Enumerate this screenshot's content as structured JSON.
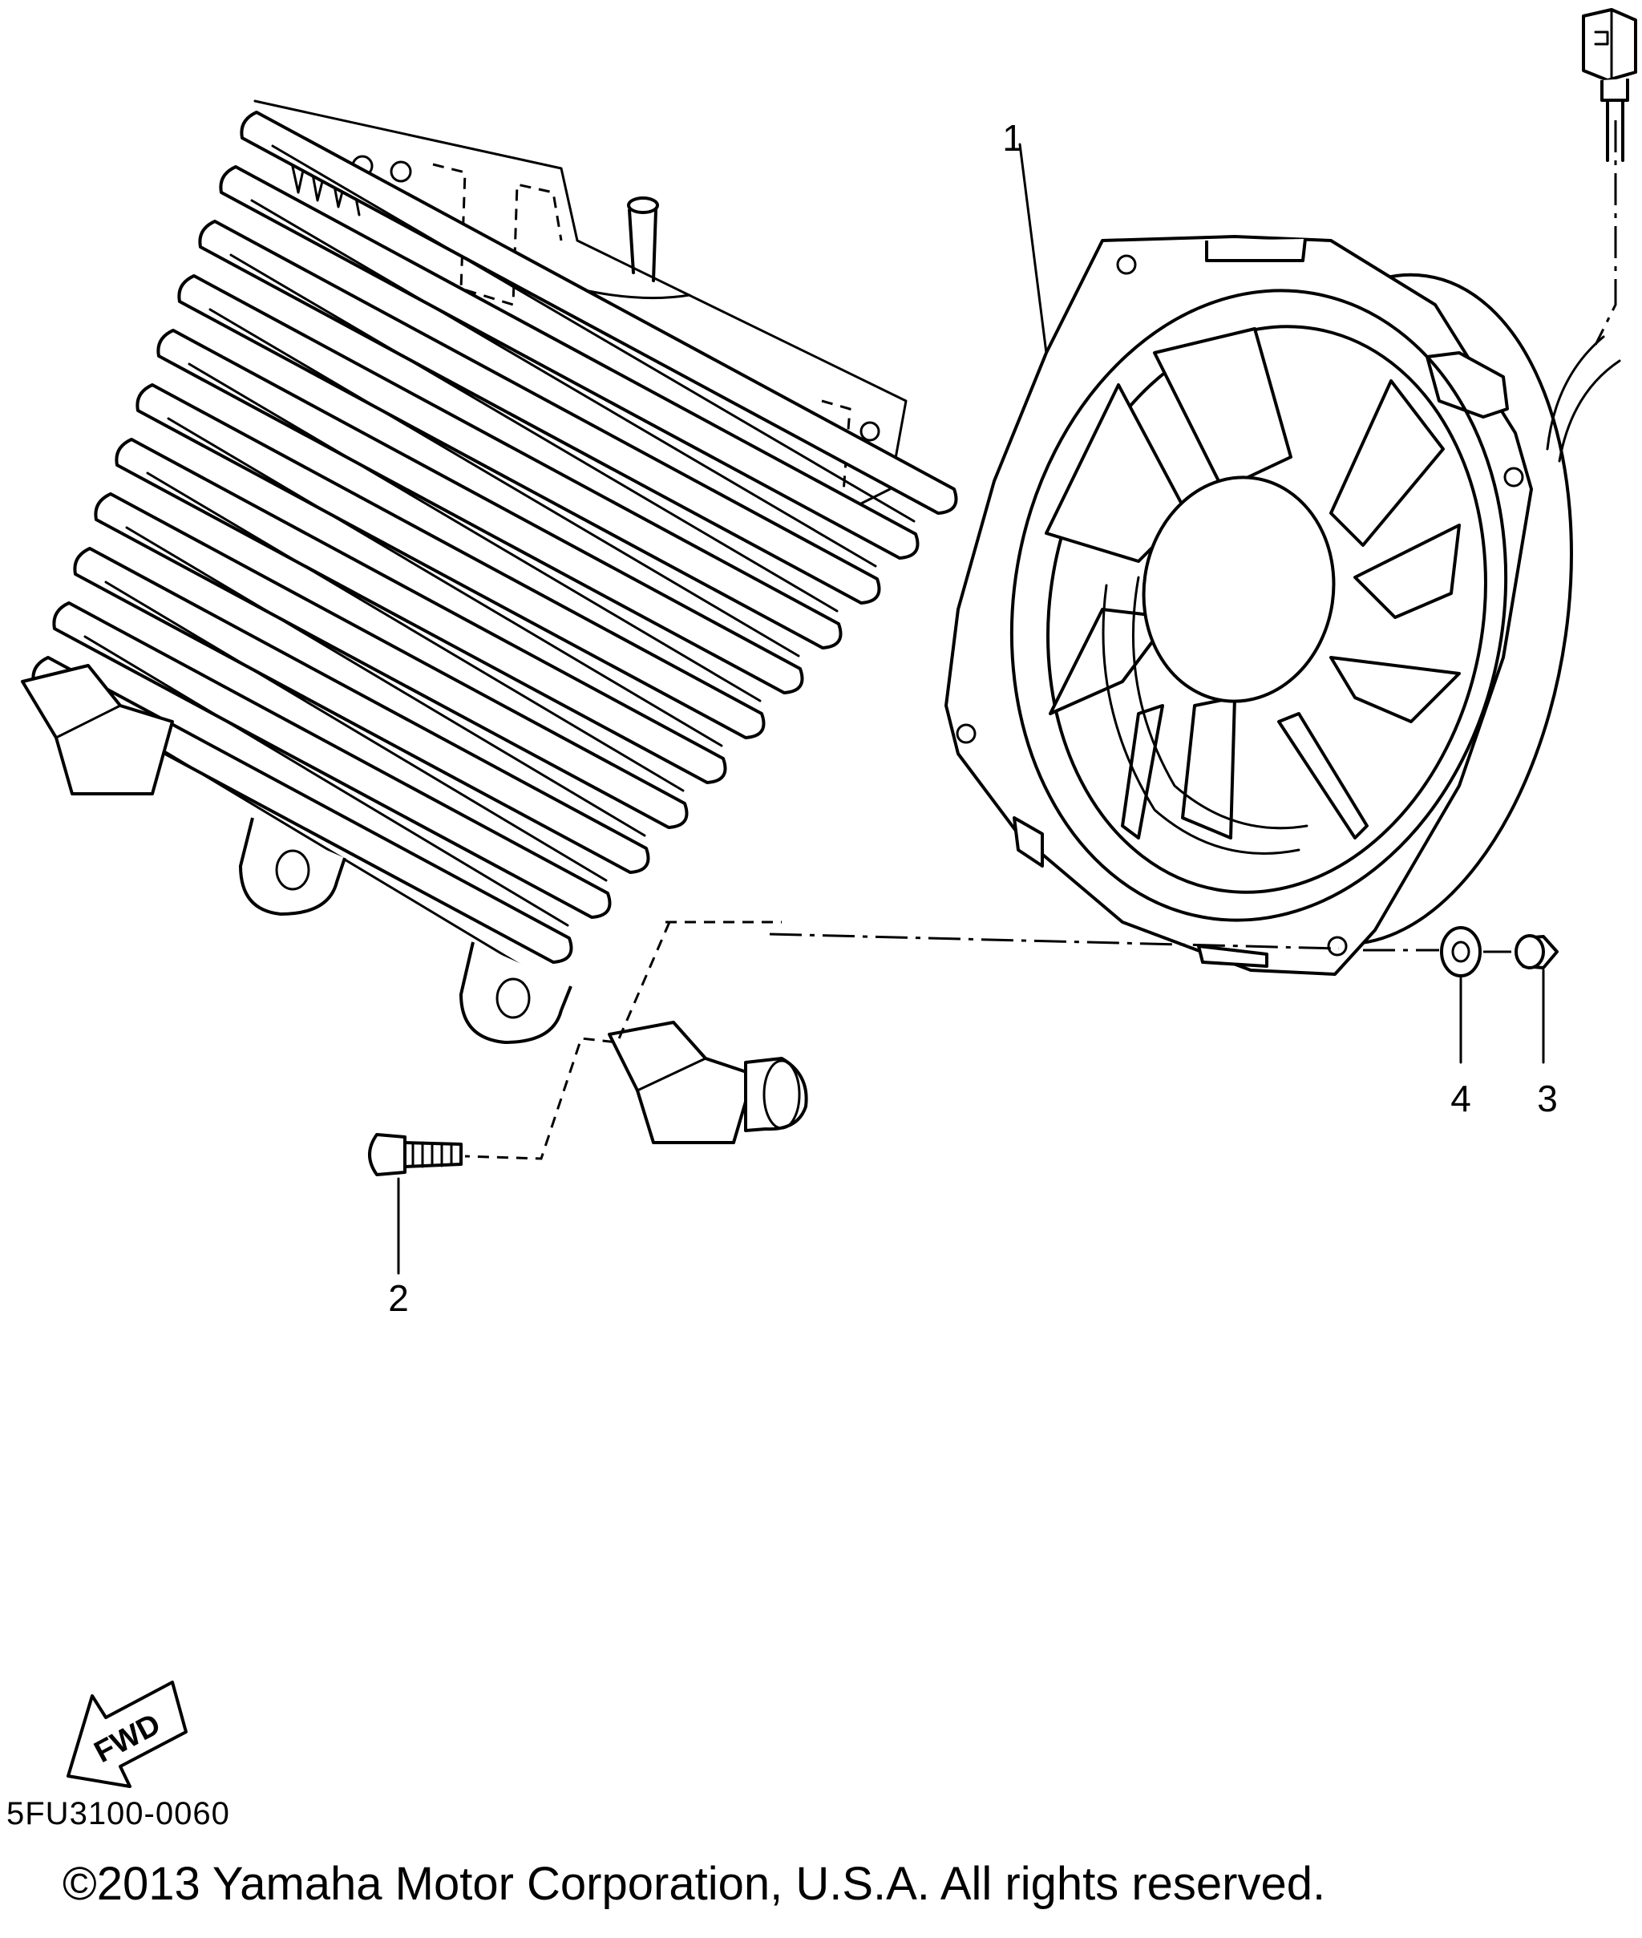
{
  "callouts": [
    {
      "number": "1",
      "part": "fan-assembly"
    },
    {
      "number": "2",
      "part": "bolt"
    },
    {
      "number": "3",
      "part": "nut"
    },
    {
      "number": "4",
      "part": "grommet"
    }
  ],
  "fwd_label": "FWD",
  "diagram_code": "5FU3100-0060",
  "copyright": "©2013 Yamaha Motor Corporation, U.S.A. All rights reserved."
}
